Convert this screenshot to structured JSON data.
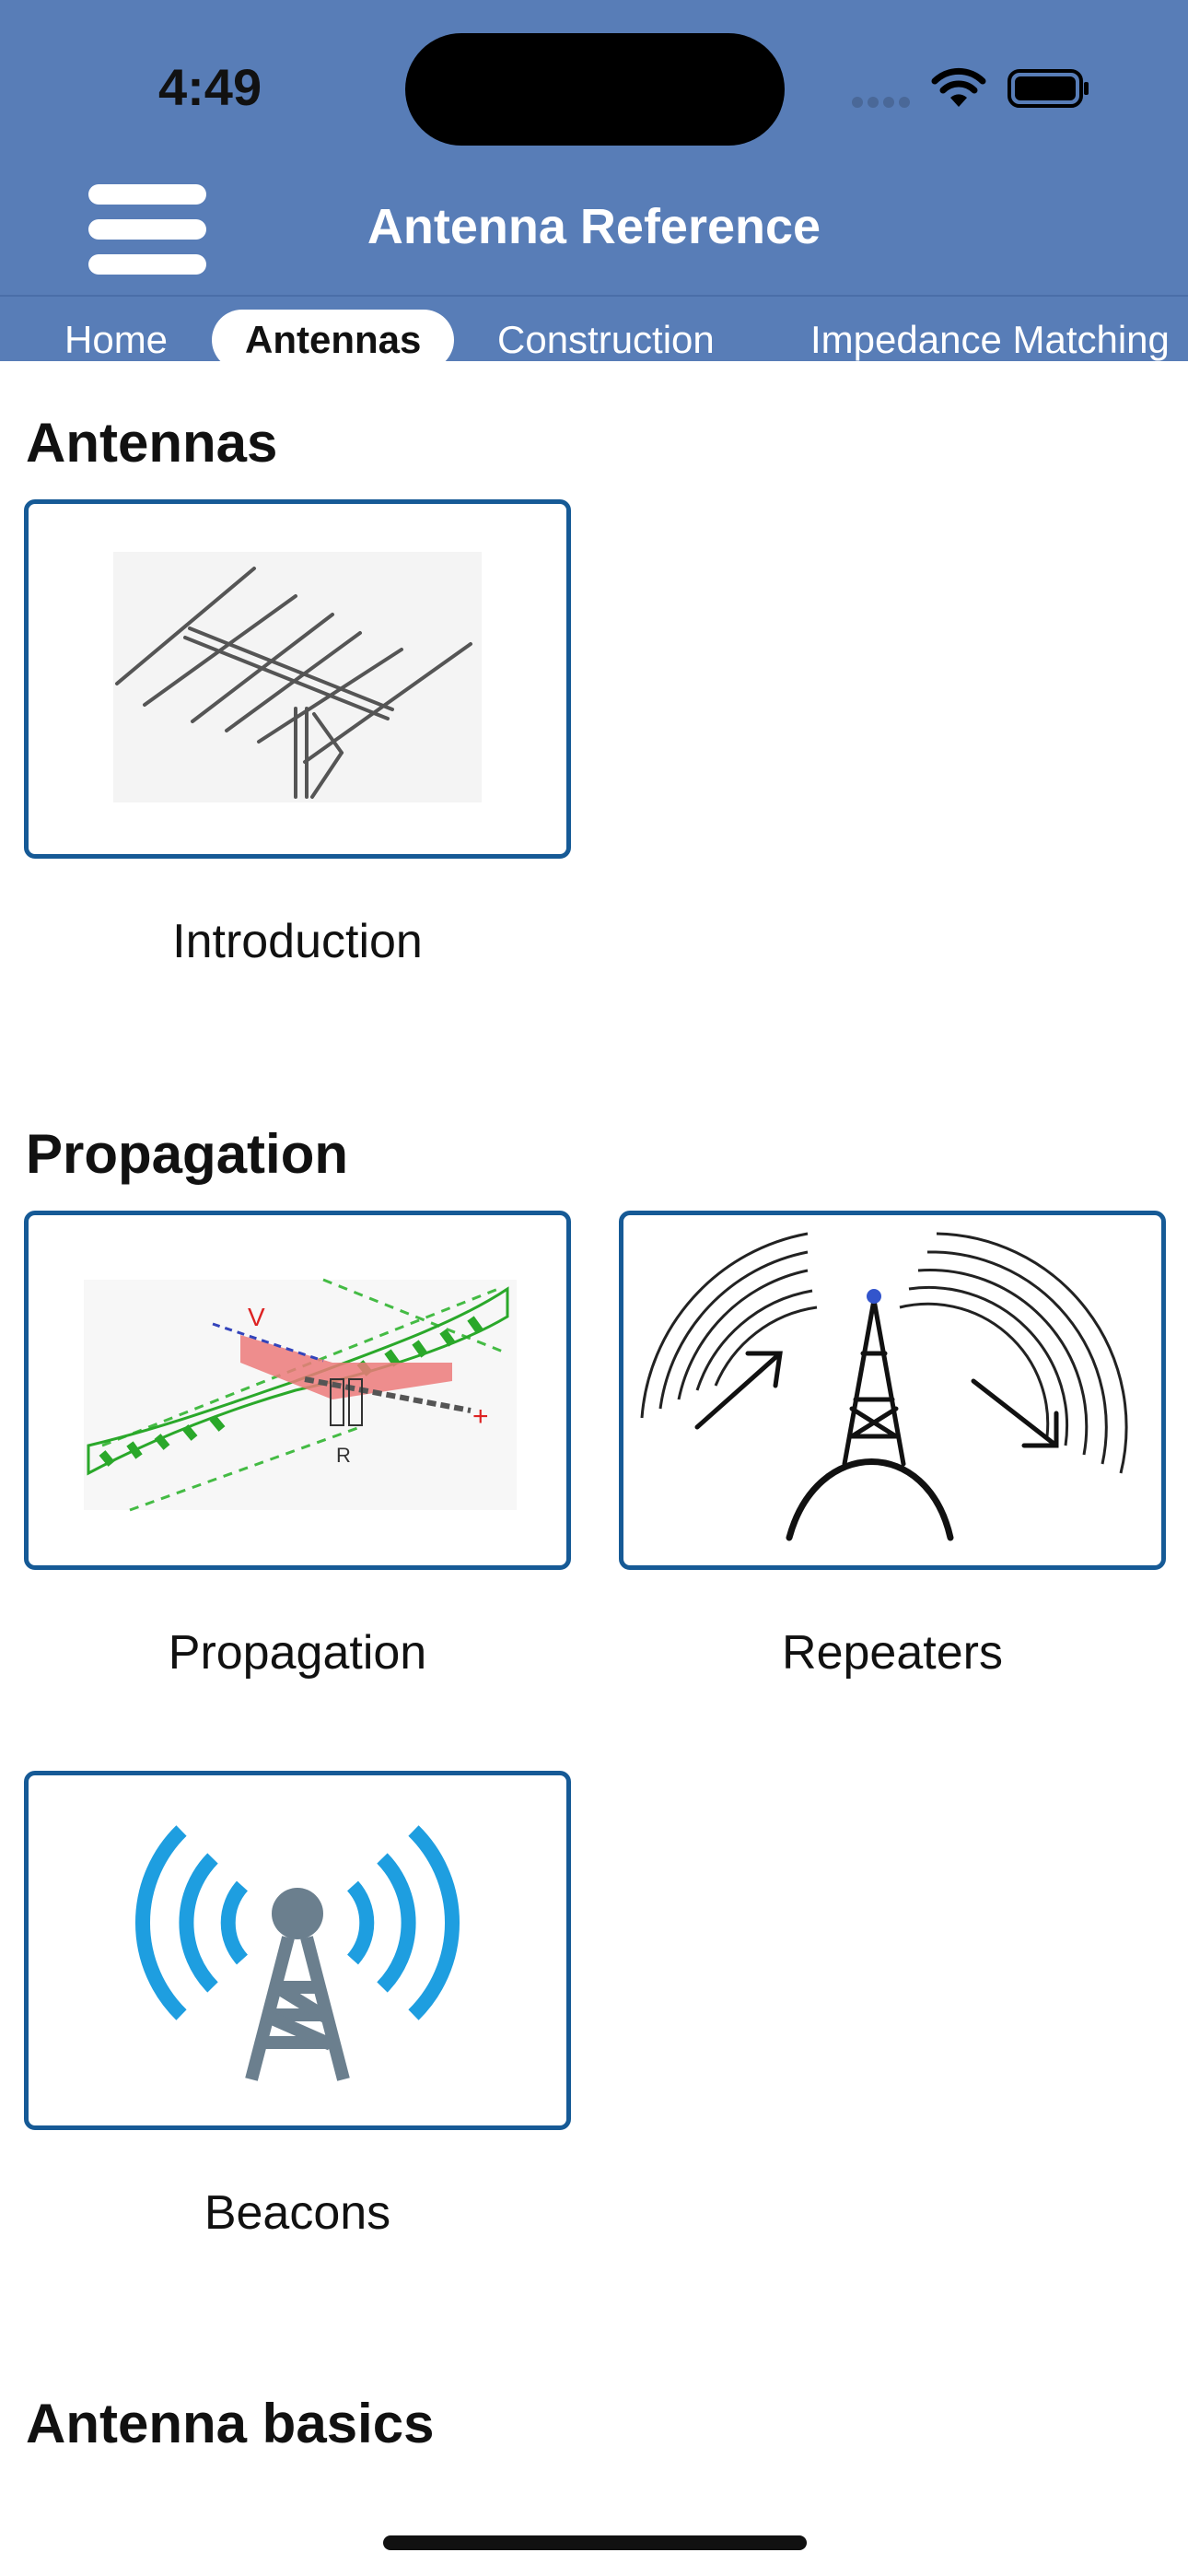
{
  "status": {
    "time": "4:49"
  },
  "header": {
    "title": "Antenna Reference"
  },
  "tabs": [
    {
      "label": "Home",
      "active": false
    },
    {
      "label": "Antennas",
      "active": true
    },
    {
      "label": "Construction",
      "active": false
    },
    {
      "label": "Impedance Matching",
      "active": false
    }
  ],
  "sections": [
    {
      "title": "Antennas",
      "cards": [
        {
          "label": "Introduction",
          "icon": "yagi-antenna-image"
        }
      ]
    },
    {
      "title": "Propagation",
      "cards": [
        {
          "label": "Propagation",
          "icon": "dipole-wave-diagram"
        },
        {
          "label": "Repeaters",
          "icon": "repeater-tower-image"
        },
        {
          "label": "Beacons",
          "icon": "beacon-tower-icon"
        }
      ]
    },
    {
      "title": "Antenna basics",
      "cards": []
    }
  ],
  "colors": {
    "header": "#587db7",
    "card_border": "#165a96",
    "beacon_blue": "#1e9ee0",
    "beacon_tower": "#6b7f8e"
  }
}
